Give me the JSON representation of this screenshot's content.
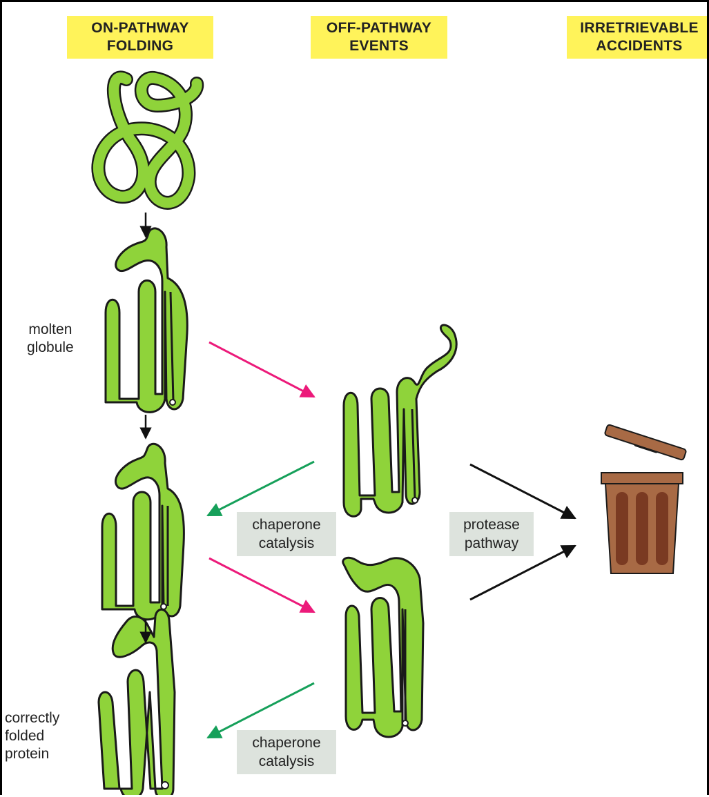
{
  "headers": {
    "on_pathway": "ON-PATHWAY\nFOLDING",
    "off_pathway": "OFF-PATHWAY\nEVENTS",
    "irretrievable": "IRRETRIEVABLE\nACCIDENTS"
  },
  "labels": {
    "molten_globule": "molten\nglobule",
    "correctly_folded": "correctly\nfolded\nprotein",
    "chaperone_catalysis_1": "chaperone\ncatalysis",
    "protease_pathway": "protease\npathway",
    "chaperone_catalysis_2": "chaperone\ncatalysis"
  },
  "colors": {
    "header_bg": "#fff35a",
    "protein_fill": "#8fd33a",
    "protein_outline": "#1a1a1a",
    "misfold_arrow": "#ec1a7a",
    "chaperone_arrow": "#16a05a",
    "protease_arrow": "#111111",
    "bin_body": "#a86a45",
    "bin_stripes": "#7a3a22",
    "label_box_bg": "#dde3dd"
  },
  "icons": [
    "trash-bin-icon"
  ]
}
